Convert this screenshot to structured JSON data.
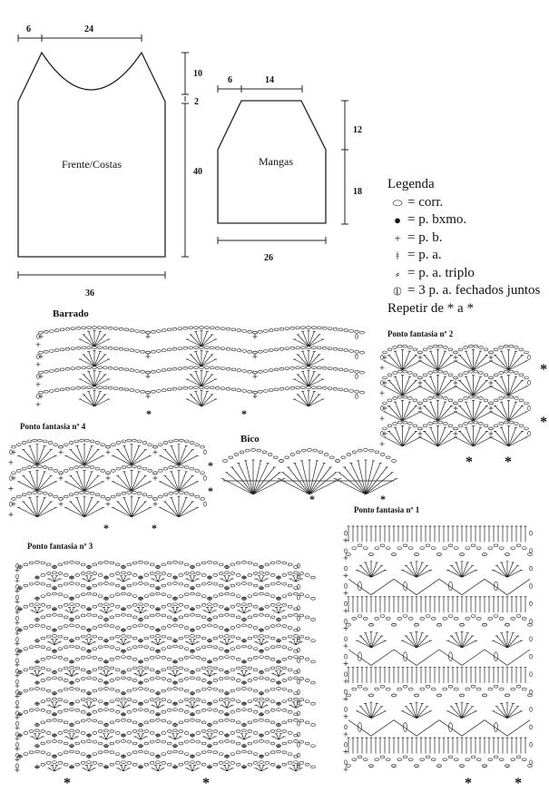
{
  "schematic": {
    "front": {
      "label": "Frente/Costas",
      "dims": {
        "shoulder": "6",
        "neck": "24",
        "neck_depth": "10",
        "gap": "2",
        "length": "40",
        "width": "36"
      }
    },
    "sleeves": {
      "label": "Mangas",
      "dims": {
        "side": "6",
        "top": "14",
        "cap": "12",
        "length": "18",
        "width": "26"
      }
    }
  },
  "legend": {
    "title": "Legenda",
    "items": [
      {
        "icon": "chain-oval-icon",
        "text": "= corr."
      },
      {
        "icon": "slip-stitch-dot-icon",
        "text": "= p. bxmo."
      },
      {
        "icon": "single-crochet-cross-icon",
        "text": "= p. b."
      },
      {
        "icon": "double-crochet-icon",
        "text": "= p. a."
      },
      {
        "icon": "triple-crochet-icon",
        "text": "= p. a. triplo"
      },
      {
        "icon": "cluster-icon",
        "text": "= 3 p. a. fechados juntos"
      }
    ],
    "repeat_note": "Repetir de * a *"
  },
  "charts": {
    "barrado": {
      "title": "Barrado",
      "marker": "*"
    },
    "pf2": {
      "title": "Ponto fantasia nº 2",
      "marker": "*"
    },
    "pf4": {
      "title": "Ponto fantasia nº 4",
      "marker": "*"
    },
    "bico": {
      "title": "Bico",
      "marker": "*"
    },
    "pf1": {
      "title": "Ponto fantasia nº 1",
      "marker": "*"
    },
    "pf3": {
      "title": "Ponto fantasia nº 3",
      "marker": "*"
    }
  }
}
